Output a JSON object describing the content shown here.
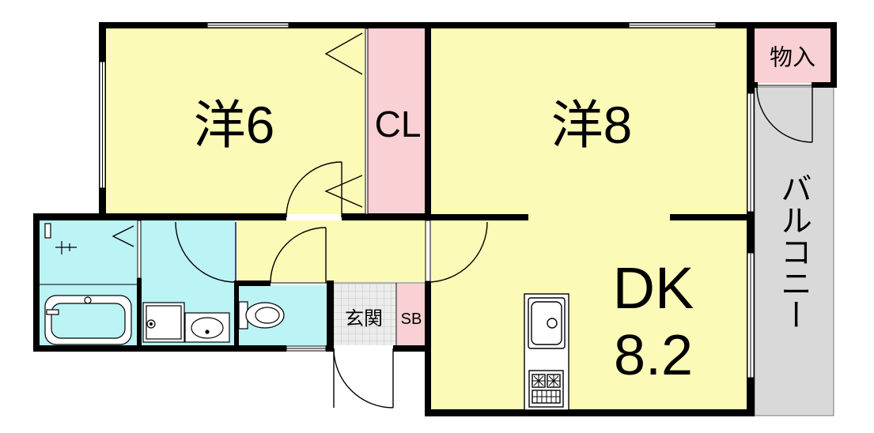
{
  "plan": {
    "labels": {
      "western_room_6": "洋6",
      "closet": "CL",
      "western_room_8": "洋8",
      "storage": "物入",
      "balcony": "バルコニー",
      "dining_kitchen": "DK",
      "dining_kitchen_size": "8.2",
      "entrance": "玄関",
      "shoe_box": "SB"
    },
    "colors": {
      "room": "#fbfab6",
      "storage": "#f9d0d4",
      "wet_area": "#bcf3f4",
      "balcony": "#d9d9d9"
    }
  }
}
